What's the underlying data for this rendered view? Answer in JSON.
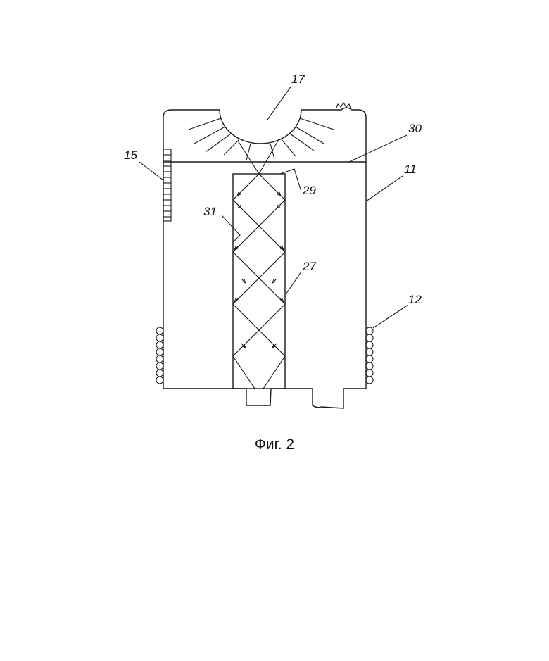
{
  "figure": {
    "caption": "Фиг. 2",
    "labels": {
      "l17": "17",
      "l30": "30",
      "l11": "11",
      "l15": "15",
      "l29": "29",
      "l31": "31",
      "l27": "27",
      "l12": "12"
    }
  }
}
